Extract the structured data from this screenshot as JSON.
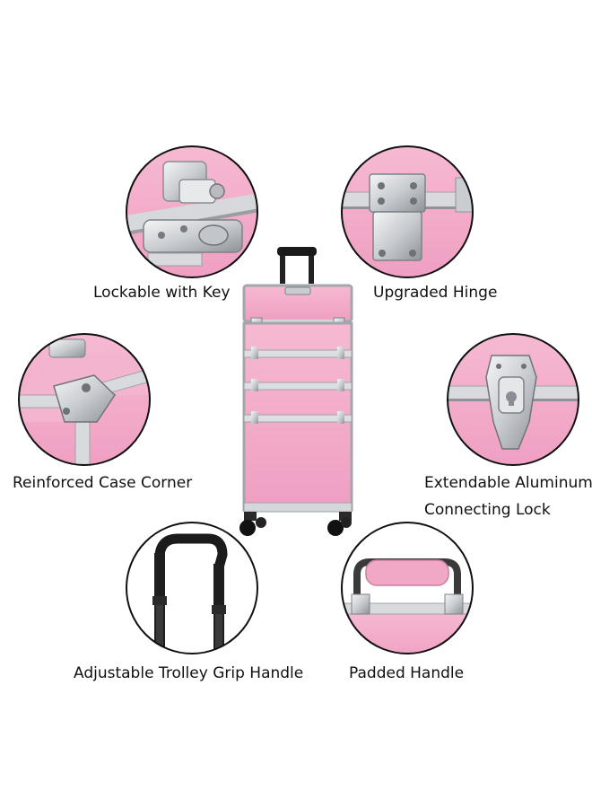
{
  "colors": {
    "pink": "#f2a9c8",
    "pink_dark": "#e58fb4",
    "aluminum": "#d8dadd",
    "aluminum_dark": "#9ea2a7",
    "black": "#111111"
  },
  "features": [
    {
      "label": "Lockable with Key",
      "icon": "key-lock-detail"
    },
    {
      "label": "Upgraded Hinge",
      "icon": "hinge-detail"
    },
    {
      "label": "Reinforced Case Corner",
      "icon": "corner-detail"
    },
    {
      "label": "Extendable Aluminum",
      "label2": "Connecting Lock",
      "icon": "latch-detail"
    },
    {
      "label": "Adjustable Trolley Grip Handle",
      "icon": "trolley-handle-detail"
    },
    {
      "label": "Padded Handle",
      "icon": "padded-handle-detail"
    }
  ]
}
